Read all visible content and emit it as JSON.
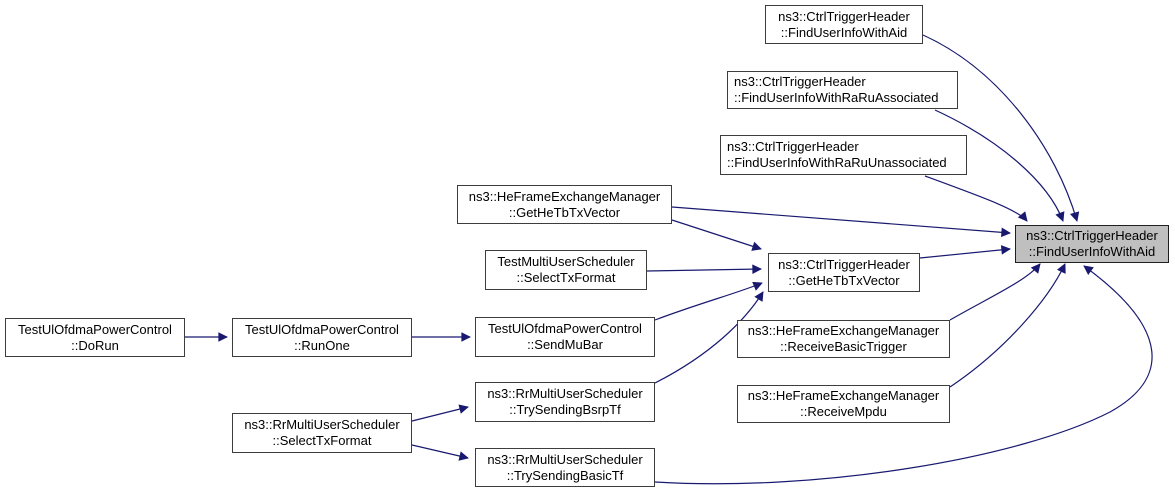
{
  "diagram": {
    "type": "doxygen-call-graph",
    "colors": {
      "edge": "#191970",
      "node_fill": "#ffffff",
      "node_border": "#3d3d3d",
      "highlight_fill": "#bfbfbf"
    },
    "nodes": [
      {
        "id": "target",
        "line1": "ns3::CtrlTriggerHeader",
        "line2": "::FindUserInfoWithAid",
        "highlighted": true
      },
      {
        "id": "find-user-info-with-aid-caller",
        "line1": "ns3::CtrlTriggerHeader",
        "line2": "::FindUserInfoWithAid",
        "highlighted": false
      },
      {
        "id": "find-user-info-with-raru-associated",
        "line1": "ns3::CtrlTriggerHeader",
        "line2": "::FindUserInfoWithRaRuAssociated",
        "highlighted": false
      },
      {
        "id": "find-user-info-with-raru-unassociated",
        "line1": "ns3::CtrlTriggerHeader",
        "line2": "::FindUserInfoWithRaRuUnassociated",
        "highlighted": false
      },
      {
        "id": "hefem-get-he-tb-tx-vector",
        "line1": "ns3::HeFrameExchangeManager",
        "line2": "::GetHeTbTxVector",
        "highlighted": false
      },
      {
        "id": "test-mus-select-tx-format",
        "line1": "TestMultiUserScheduler",
        "line2": "::SelectTxFormat",
        "highlighted": false
      },
      {
        "id": "ctrl-get-he-tb-tx-vector",
        "line1": "ns3::CtrlTriggerHeader",
        "line2": "::GetHeTbTxVector",
        "highlighted": false
      },
      {
        "id": "hefem-receive-basic-trigger",
        "line1": "ns3::HeFrameExchangeManager",
        "line2": "::ReceiveBasicTrigger",
        "highlighted": false
      },
      {
        "id": "hefem-receive-mpdu",
        "line1": "ns3::HeFrameExchangeManager",
        "line2": "::ReceiveMpdu",
        "highlighted": false
      },
      {
        "id": "do-run",
        "line1": "TestUlOfdmaPowerControl",
        "line2": "::DoRun",
        "highlighted": false
      },
      {
        "id": "run-one",
        "line1": "TestUlOfdmaPowerControl",
        "line2": "::RunOne",
        "highlighted": false
      },
      {
        "id": "rr-select-tx-format",
        "line1": "ns3::RrMultiUserScheduler",
        "line2": "::SelectTxFormat",
        "highlighted": false
      },
      {
        "id": "send-mu-bar",
        "line1": "TestUlOfdmaPowerControl",
        "line2": "::SendMuBar",
        "highlighted": false
      },
      {
        "id": "try-sending-bsrp-tf",
        "line1": "ns3::RrMultiUserScheduler",
        "line2": "::TrySendingBsrpTf",
        "highlighted": false
      },
      {
        "id": "try-sending-basic-tf",
        "line1": "ns3::RrMultiUserScheduler",
        "line2": "::TrySendingBasicTf",
        "highlighted": false
      }
    ],
    "edges": [
      {
        "from": "do-run",
        "to": "run-one"
      },
      {
        "from": "run-one",
        "to": "send-mu-bar"
      },
      {
        "from": "rr-select-tx-format",
        "to": "try-sending-bsrp-tf"
      },
      {
        "from": "rr-select-tx-format",
        "to": "try-sending-basic-tf"
      },
      {
        "from": "hefem-get-he-tb-tx-vector",
        "to": "target"
      },
      {
        "from": "hefem-get-he-tb-tx-vector",
        "to": "ctrl-get-he-tb-tx-vector"
      },
      {
        "from": "test-mus-select-tx-format",
        "to": "ctrl-get-he-tb-tx-vector"
      },
      {
        "from": "send-mu-bar",
        "to": "ctrl-get-he-tb-tx-vector"
      },
      {
        "from": "try-sending-bsrp-tf",
        "to": "ctrl-get-he-tb-tx-vector"
      },
      {
        "from": "ctrl-get-he-tb-tx-vector",
        "to": "target"
      },
      {
        "from": "find-user-info-with-aid-caller",
        "to": "target"
      },
      {
        "from": "find-user-info-with-raru-associated",
        "to": "target"
      },
      {
        "from": "find-user-info-with-raru-unassociated",
        "to": "target"
      },
      {
        "from": "hefem-receive-basic-trigger",
        "to": "target"
      },
      {
        "from": "hefem-receive-mpdu",
        "to": "target"
      },
      {
        "from": "try-sending-basic-tf",
        "to": "target"
      }
    ]
  }
}
